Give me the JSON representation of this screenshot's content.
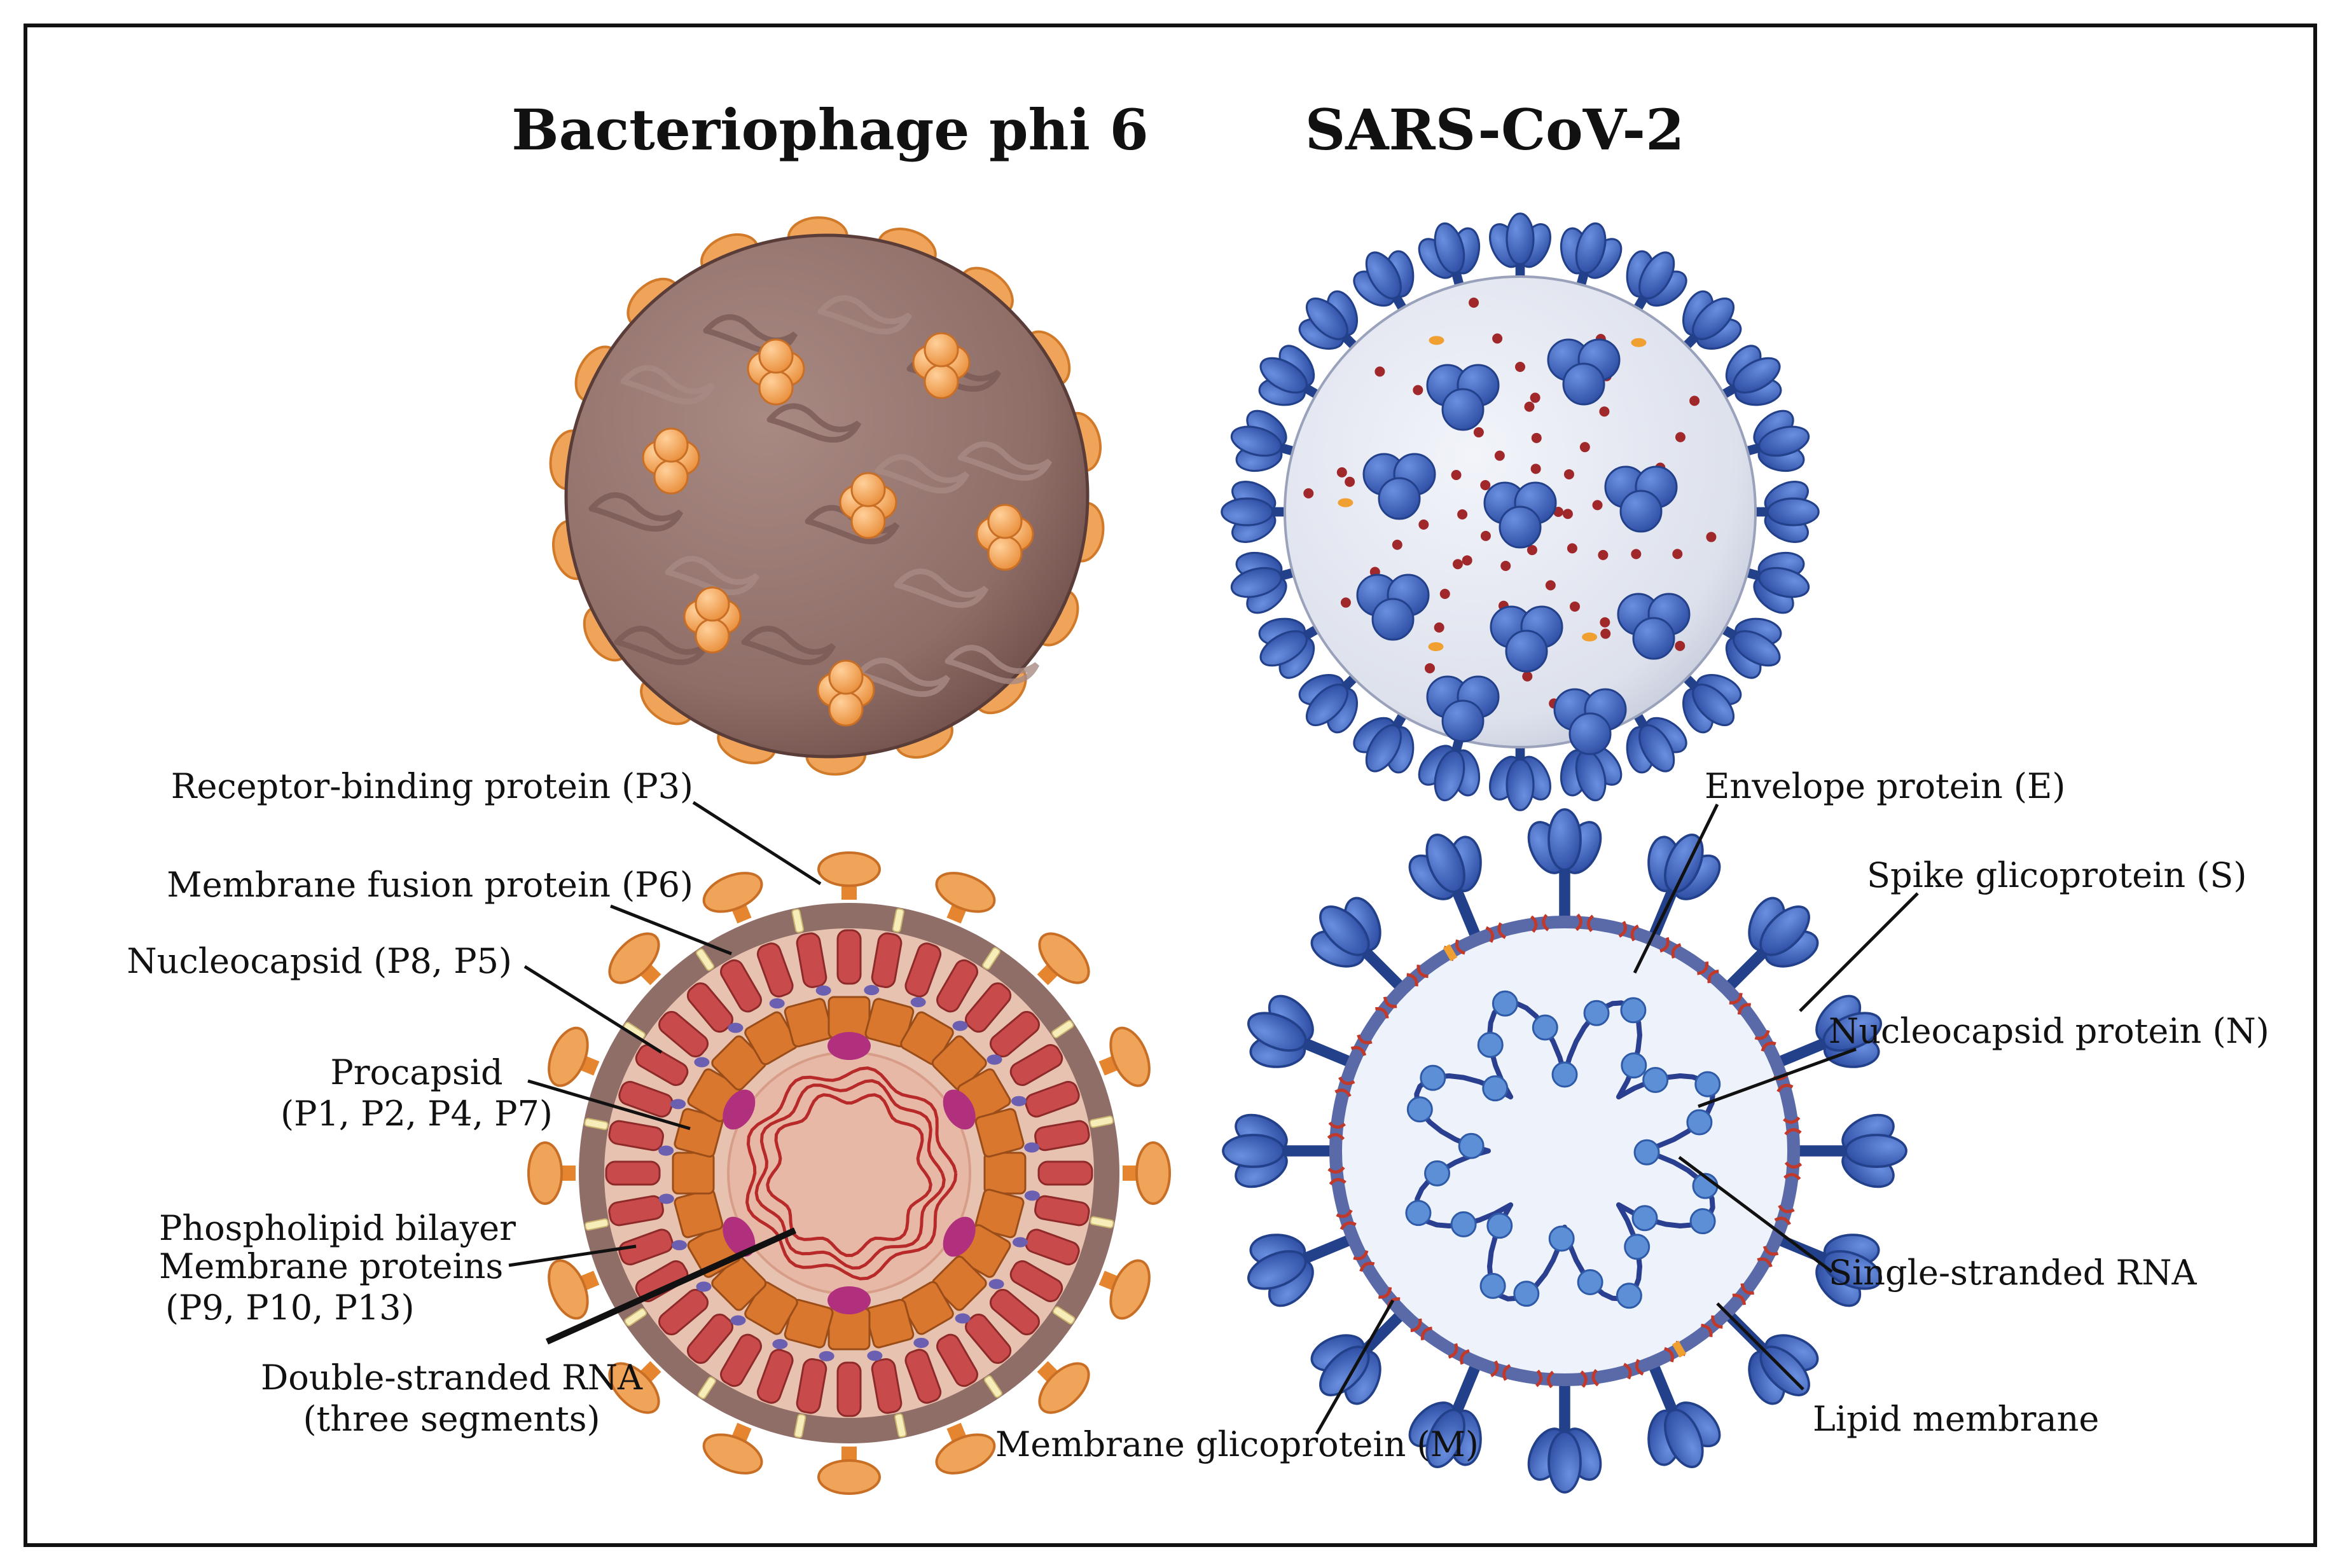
{
  "titles": {
    "left": "Bacteriophage phi 6",
    "right": "SARS-CoV-2"
  },
  "phi6_labels": {
    "receptor": "Receptor-binding protein (P3)",
    "fusion": "Membrane fusion protein (P6)",
    "nucleocapsid": "Nucleocapsid (P8, P5)",
    "procapsid_1": "Procapsid",
    "procapsid_2": "(P1, P2, P4, P7)",
    "bilayer_1": "Phospholipid bilayer",
    "bilayer_2": "Membrane proteins",
    "bilayer_3": "(P9, P10, P13)",
    "dsrna_1": "Double-stranded RNA",
    "dsrna_2": "(three segments)"
  },
  "sars_labels": {
    "envelope": "Envelope protein (E)",
    "spike": "Spike glicoprotein (S)",
    "nucleocapsid": "Nucleocapsid protein (N)",
    "ssrna": "Single-stranded RNA",
    "lipid": "Lipid membrane",
    "membrane_gp": "Membrane glicoprotein (M)"
  },
  "colors": {
    "phi6_shell": "#8f6e68",
    "phi6_shell_dark": "#6e4f4a",
    "phi6_protein": "#f0a45a",
    "phi6_inner": "#e8c2b0",
    "phi6_red": "#c94a4a",
    "phi6_orange": "#d9772e",
    "phi6_magenta": "#b0307e",
    "sars_body": "#dde1ec",
    "sars_spike": "#3a5fb8",
    "sars_spike_dark": "#23408a",
    "sars_dot": "#a0282a",
    "sars_rna": "#2a3f8f",
    "sars_n": "#5d8fd6",
    "sars_membrane": "#5a6aa8",
    "sars_inner": "#eef3fb"
  }
}
